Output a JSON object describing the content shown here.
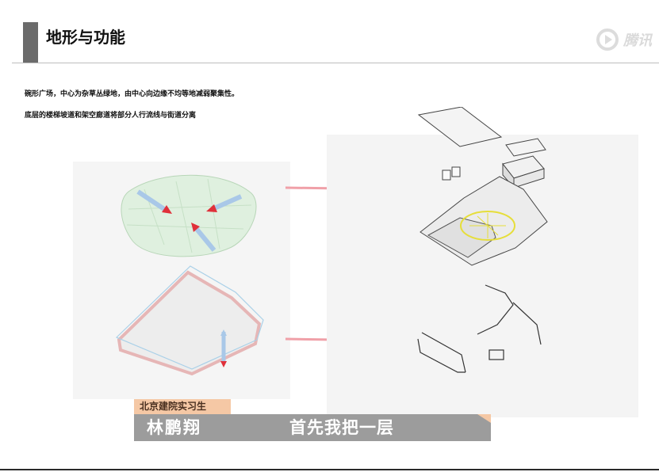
{
  "header": {
    "title": "地形与功能",
    "watermark_text": "腾讯"
  },
  "body": {
    "line1": "碗形广场，中心为杂草丛绿地，由中心向边缘不均等地减弱聚集性。",
    "line2": "底层的楼梯坡道和架空廊道将部分人行流线与街道分离"
  },
  "subtitle": {
    "tag": "北京建院实习生",
    "name": "林鹏翔",
    "caption": "首先我把一层"
  },
  "colors": {
    "title_bar": "#6b6b6b",
    "subtitle_tag": "#f5c8a5",
    "subtitle_bar": "#9c9c9c",
    "arrow_pink": "#f0a0a8",
    "arrow_blue": "#a9c8e8",
    "arrow_red": "#e0303a"
  }
}
